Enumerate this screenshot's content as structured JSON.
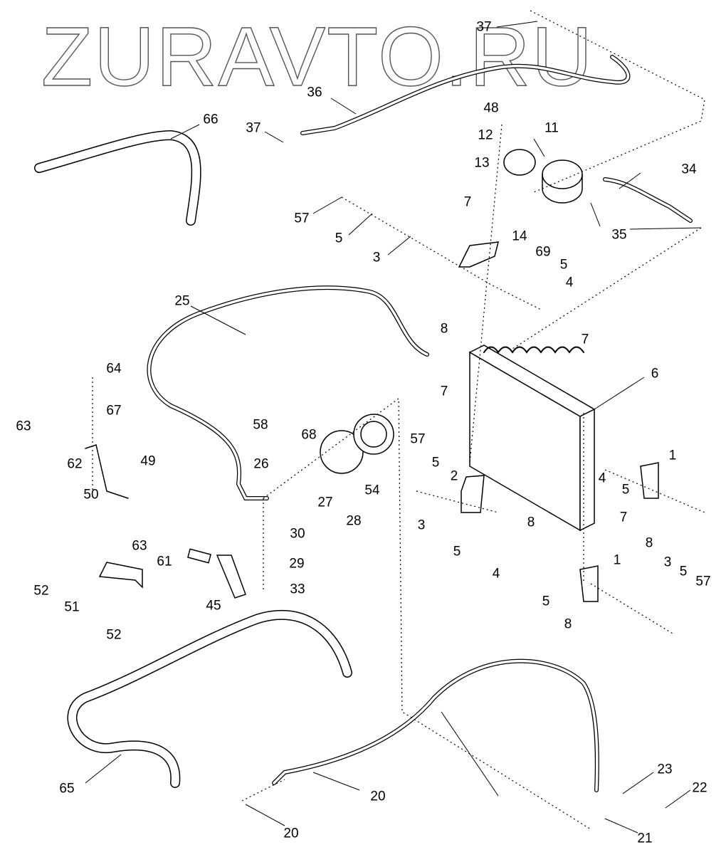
{
  "watermark": "ZURAVTO.RU",
  "callouts": [
    "37",
    "36",
    "66",
    "37",
    "48",
    "12",
    "11",
    "13",
    "34",
    "57",
    "5",
    "7",
    "14",
    "35",
    "3",
    "69",
    "5",
    "4",
    "25",
    "8",
    "7",
    "64",
    "6",
    "67",
    "7",
    "63",
    "58",
    "68",
    "57",
    "1",
    "5",
    "2",
    "62",
    "49",
    "26",
    "54",
    "4",
    "5",
    "50",
    "27",
    "28",
    "3",
    "8",
    "7",
    "30",
    "8",
    "63",
    "61",
    "29",
    "1",
    "3",
    "5",
    "57",
    "52",
    "51",
    "33",
    "5",
    "4",
    "5",
    "45",
    "8",
    "52",
    "65",
    "20",
    "23",
    "22",
    "20",
    "21"
  ]
}
